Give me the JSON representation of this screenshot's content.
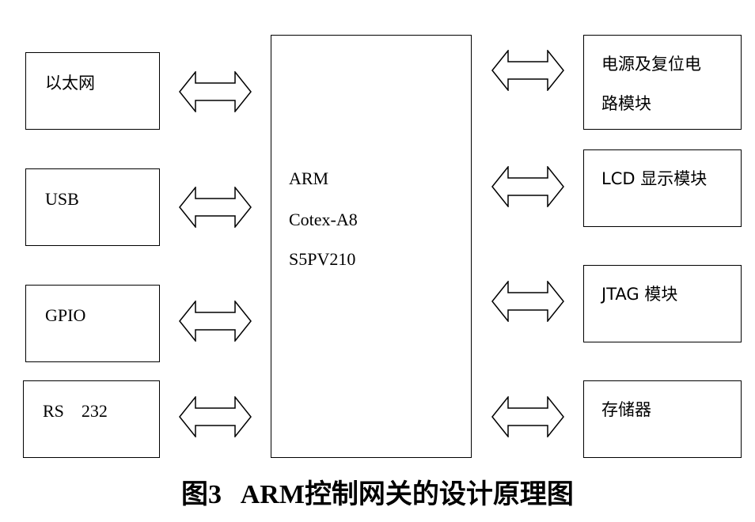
{
  "left_modules": [
    {
      "label": "以太网"
    },
    {
      "label": "USB"
    },
    {
      "label": "GPIO"
    },
    {
      "label": "RS    232"
    }
  ],
  "processor": {
    "lines": [
      "ARM",
      "Cotex-A8",
      "S5PV210"
    ]
  },
  "right_modules": [
    {
      "line1": "电源及复位电",
      "line2": "路模块"
    },
    {
      "line1": "LCD 显示模块",
      "line2": ""
    },
    {
      "line1": "JTAG 模块",
      "line2": ""
    },
    {
      "line1": "存储器",
      "line2": ""
    }
  ],
  "caption": {
    "prefix": "图",
    "number": "3",
    "model": "ARM",
    "text": "控制网关的设计原理图"
  }
}
